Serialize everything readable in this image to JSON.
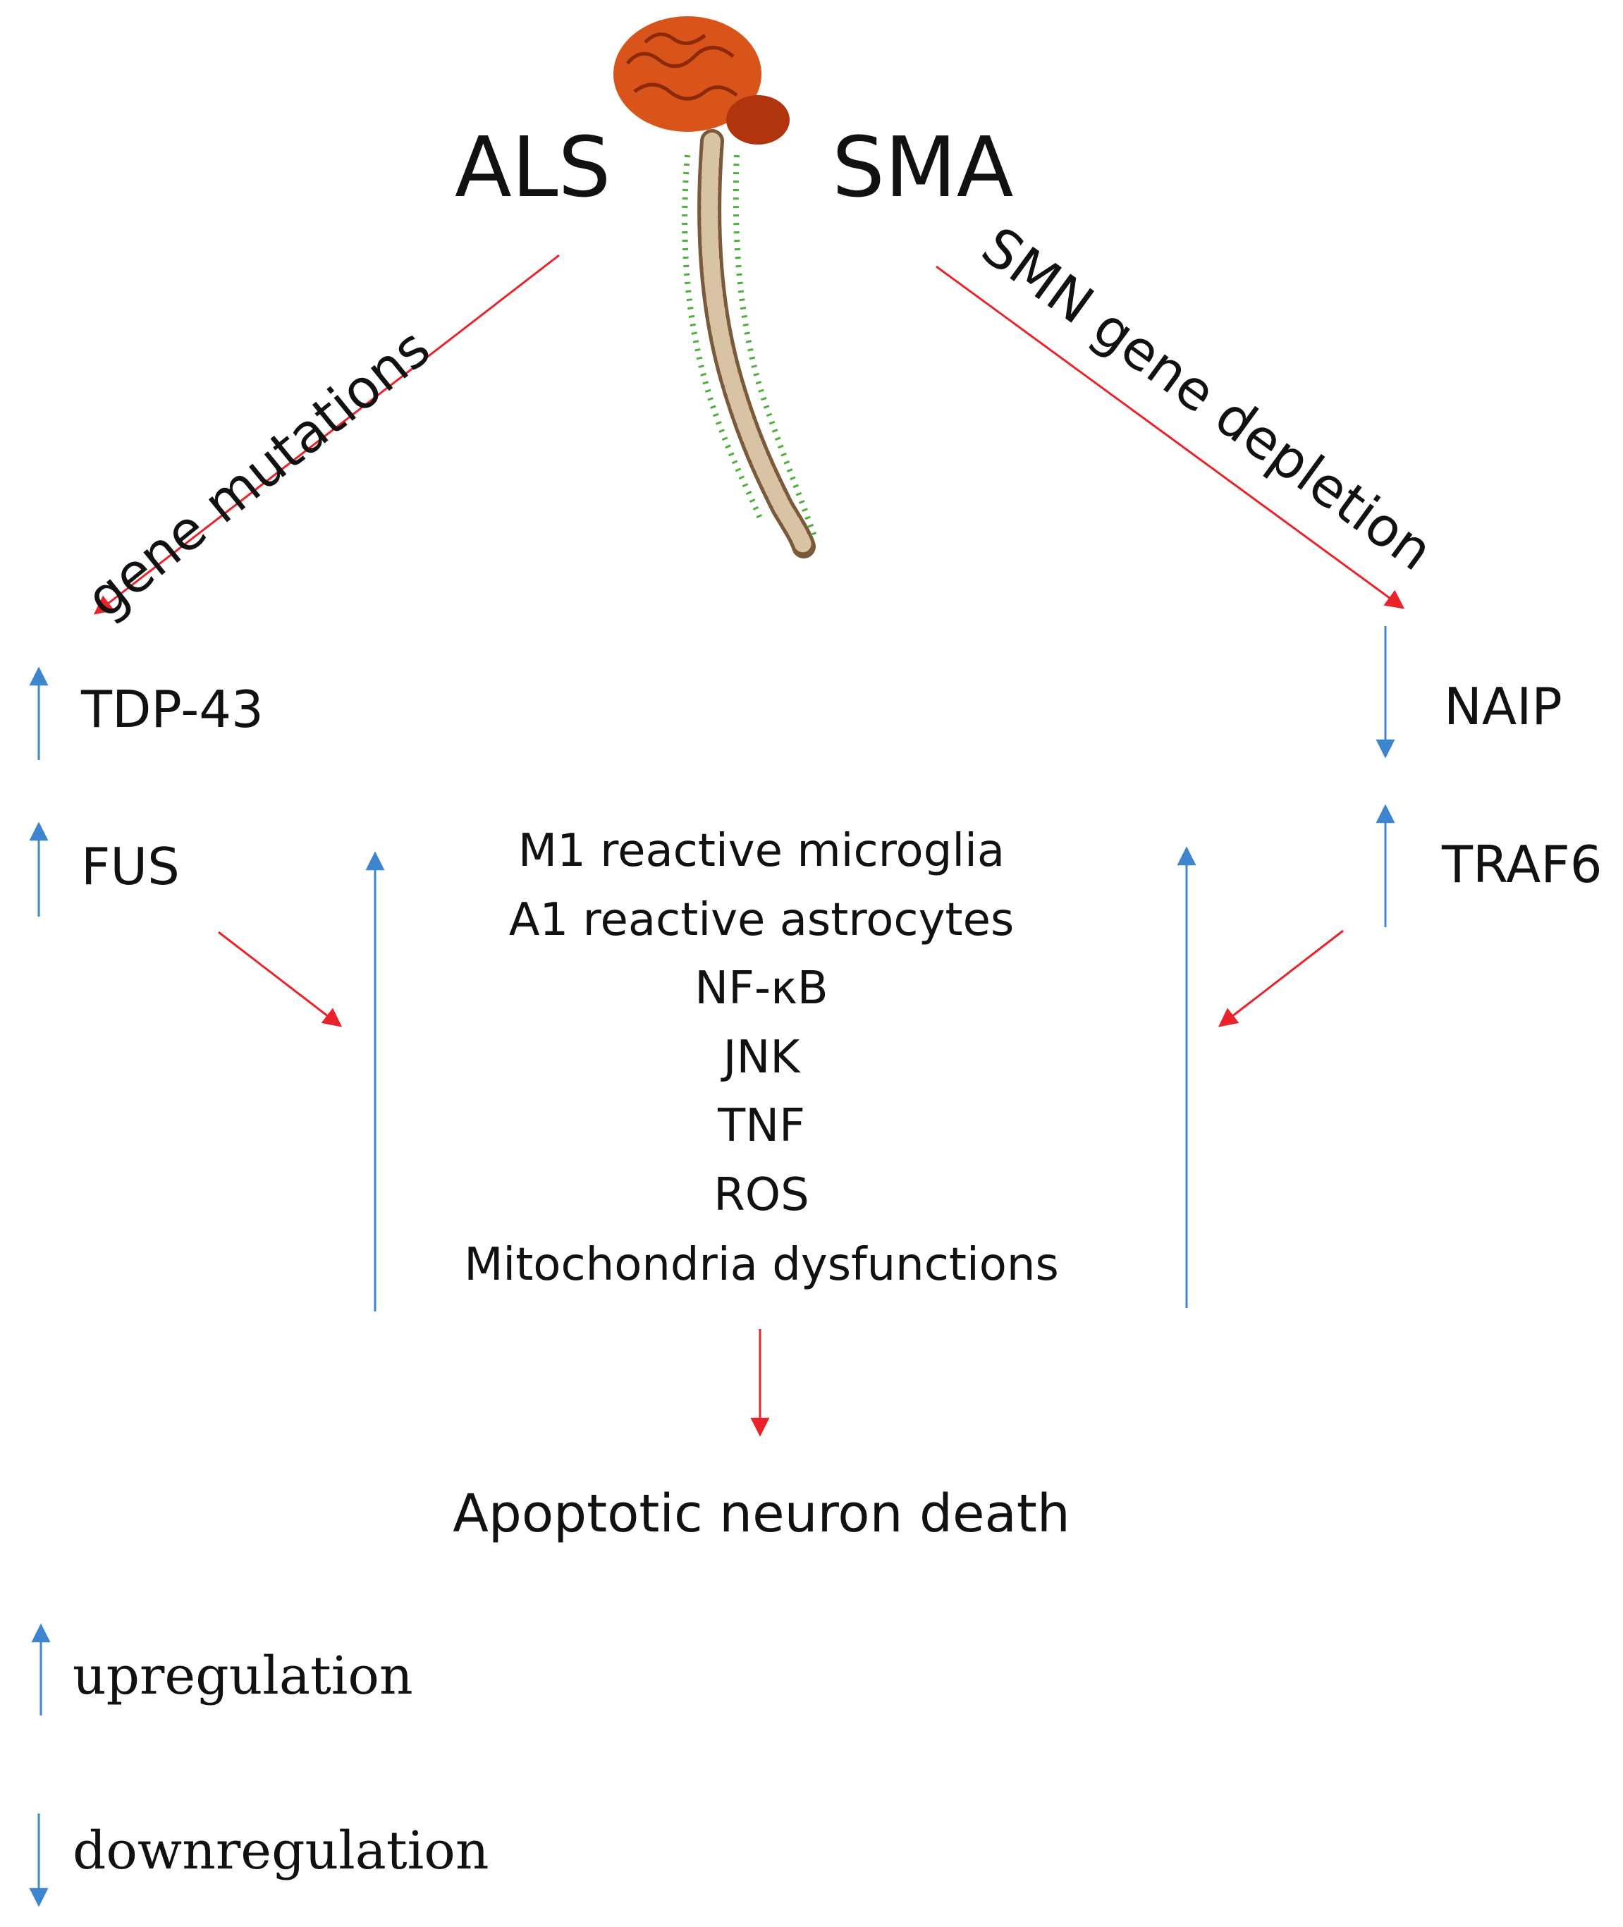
{
  "colors": {
    "activation": "#e8242a",
    "regulation": "#3d86cf",
    "brain": "#d9541a",
    "cerebellum": "#b2340f",
    "spine_bone": "#d8c3a5",
    "spine_nerve": "#4fae3c",
    "text": "#111111"
  },
  "diseases": {
    "left": "ALS",
    "right": "SMA"
  },
  "pathways": {
    "left": "gene mutations",
    "right": "SMN gene depletion"
  },
  "genes": {
    "tdp43": {
      "label": "TDP-43",
      "direction": "up"
    },
    "fus": {
      "label": "FUS",
      "direction": "up"
    },
    "naip": {
      "label": "NAIP",
      "direction": "down"
    },
    "traf6": {
      "label": "TRAF6",
      "direction": "up"
    }
  },
  "mediators": [
    "M1 reactive  microglia",
    "A1 reactive  astrocytes",
    "NF-κB",
    "JNK",
    "TNF",
    "ROS",
    "Mitochondria dysfunctions"
  ],
  "outcome": "Apoptotic neuron death",
  "legend": {
    "up": "upregulation",
    "down": "downregulation"
  },
  "icons": [
    "brain-icon",
    "spinal-cord-icon"
  ]
}
